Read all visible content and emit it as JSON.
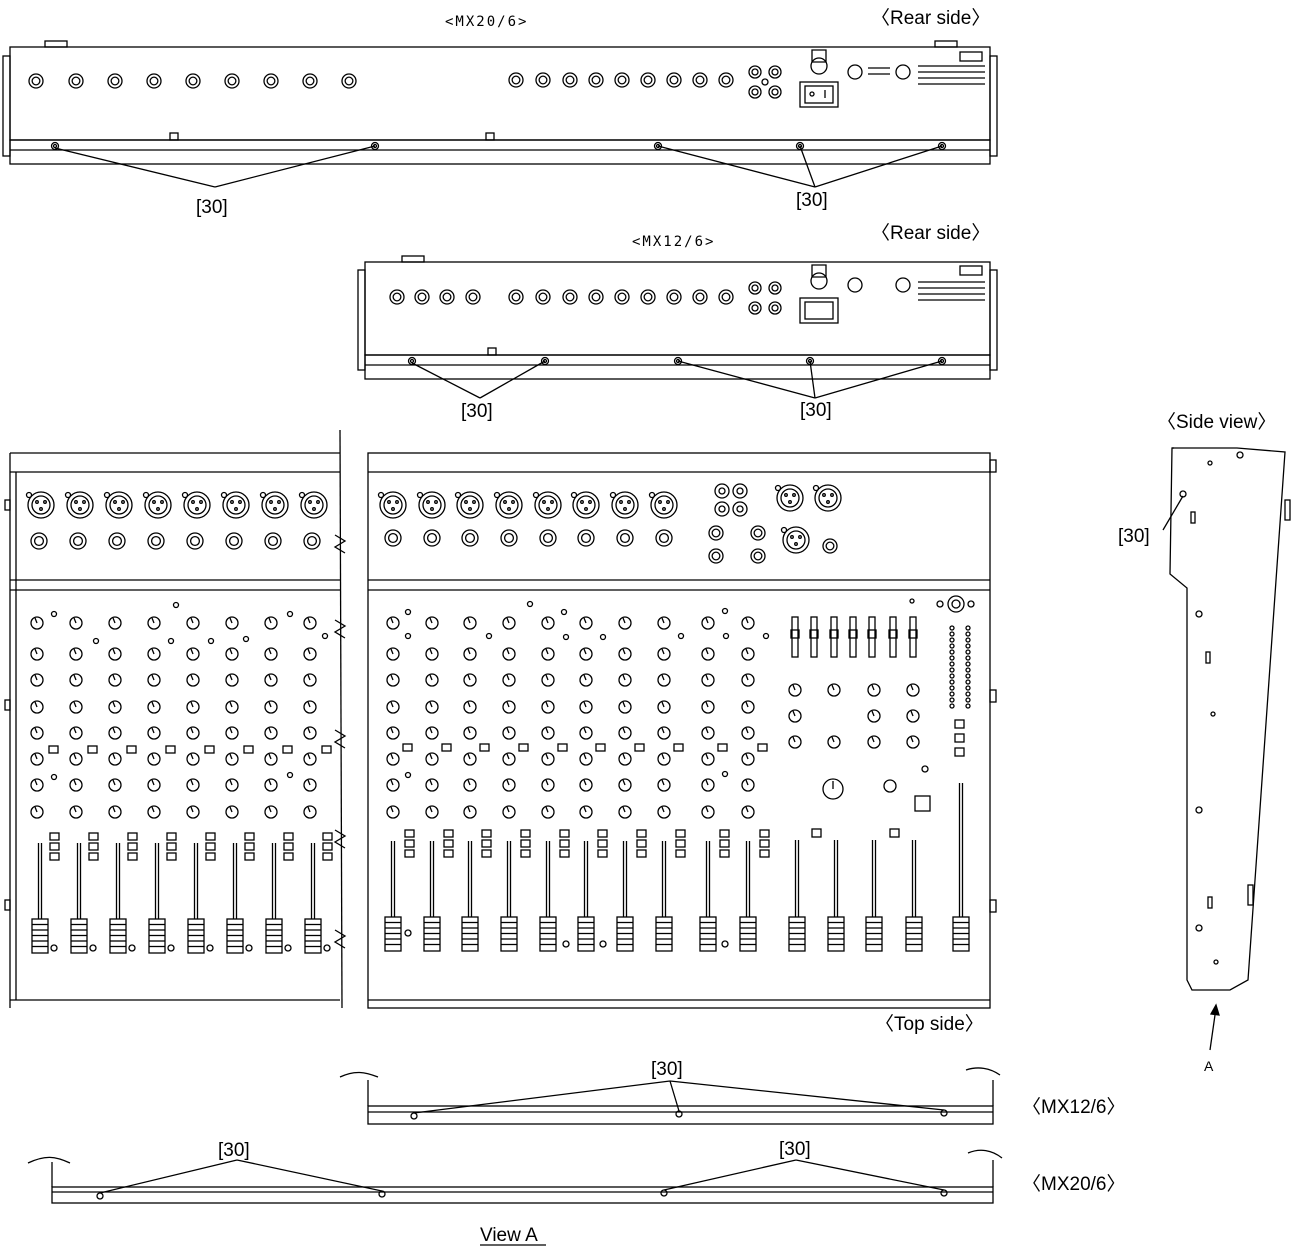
{
  "labels": {
    "mx20_title": "<MX20/6>",
    "mx12_title": "<MX12/6>",
    "rear_side": "〈Rear side〉",
    "top_side": "〈Top side〉",
    "side_view": "〈Side view〉",
    "screw_ref": "[30]",
    "arrow_a": "A",
    "view_a": "View A",
    "mx12_bottom": "〈MX12/6〉",
    "mx20_bottom": "〈MX20/6〉"
  },
  "colors": {
    "line": "#000000",
    "background": "#ffffff"
  }
}
